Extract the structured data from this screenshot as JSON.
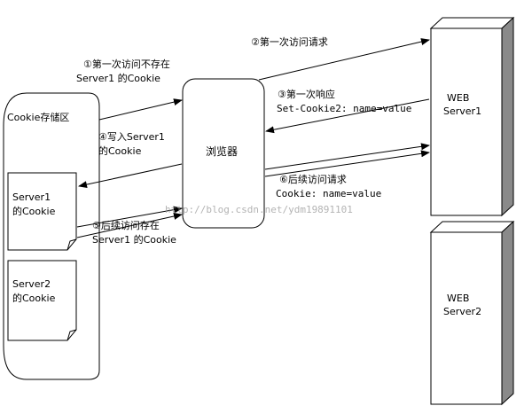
{
  "cookie_store": {
    "title": "Cookie存储区"
  },
  "server1_cookie": {
    "line1": "Server1",
    "line2": "的Cookie"
  },
  "server2_cookie": {
    "line1": "Server2",
    "line2": "的Cookie"
  },
  "browser": {
    "label": "浏览器"
  },
  "web_server1": {
    "line1": "WEB",
    "line2": "Server1"
  },
  "web_server2": {
    "line1": "WEB",
    "line2": "Server2"
  },
  "steps": {
    "s1": {
      "line1": "①第一次访问不存在",
      "line2": "Server1 的Cookie"
    },
    "s2": {
      "line1": "②第一次访问请求"
    },
    "s3": {
      "line1": "③第一次响应",
      "line2": "Set-Cookie2: name=value"
    },
    "s4": {
      "line1": "④写入Server1",
      "line2": "的Cookie"
    },
    "s5": {
      "line1": "⑤后续访问存在",
      "line2": "Server1 的Cookie"
    },
    "s6": {
      "line1": "⑥后续访问请求",
      "line2": "Cookie: name=value"
    }
  },
  "watermark": "http://blog.csdn.net/ydm19891101"
}
